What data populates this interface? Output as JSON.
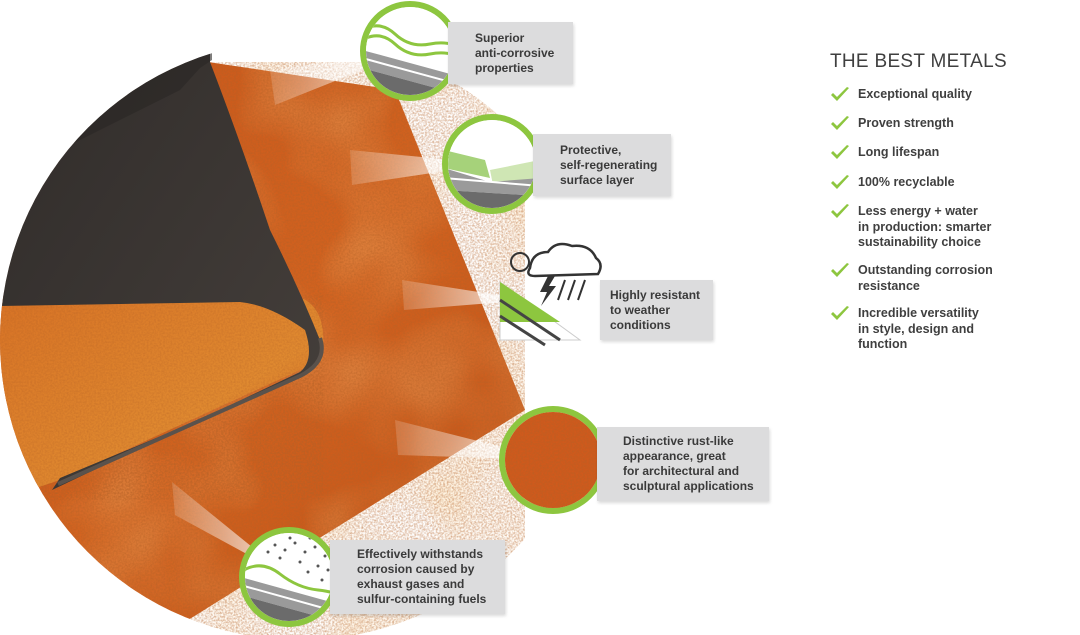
{
  "colors": {
    "accent_green": "#8dc63f",
    "rust": "#c8581c",
    "dark_steel": "#3a3633",
    "callout_bg": "#dcdcdd",
    "text": "#3f3f3f"
  },
  "callouts": [
    {
      "id": "anti-corrosive",
      "icon": "corrosion-layer-icon",
      "lines": [
        "Superior",
        "anti-corrosive",
        "properties"
      ]
    },
    {
      "id": "regenerating-layer",
      "icon": "surface-layer-icon",
      "lines": [
        "Protective,",
        "self-regenerating",
        "surface layer"
      ]
    },
    {
      "id": "weather",
      "icon": "weather-storm-icon",
      "lines": [
        "Highly resistant",
        "to weather",
        "conditions"
      ]
    },
    {
      "id": "rust-appearance",
      "icon": "rust-texture-icon",
      "lines": [
        "Distinctive rust-like",
        "appearance, great",
        "for architectural and",
        "sculptural applications"
      ]
    },
    {
      "id": "exhaust-gases",
      "icon": "exhaust-particles-icon",
      "lines": [
        "Effectively withstands",
        "corrosion caused by",
        "exhaust gases and",
        "sulfur-containing fuels"
      ]
    }
  ],
  "panel": {
    "title": "THE BEST METALS",
    "check_icon": "checkmark-icon",
    "features": [
      "Exceptional quality",
      "Proven strength",
      "Long lifespan",
      "100% recyclable",
      "Less energy + water\nin production: smarter\nsustainability choice",
      "Outstanding corrosion\nresistance",
      "Incredible versatility\nin style, design and\nfunction"
    ]
  }
}
